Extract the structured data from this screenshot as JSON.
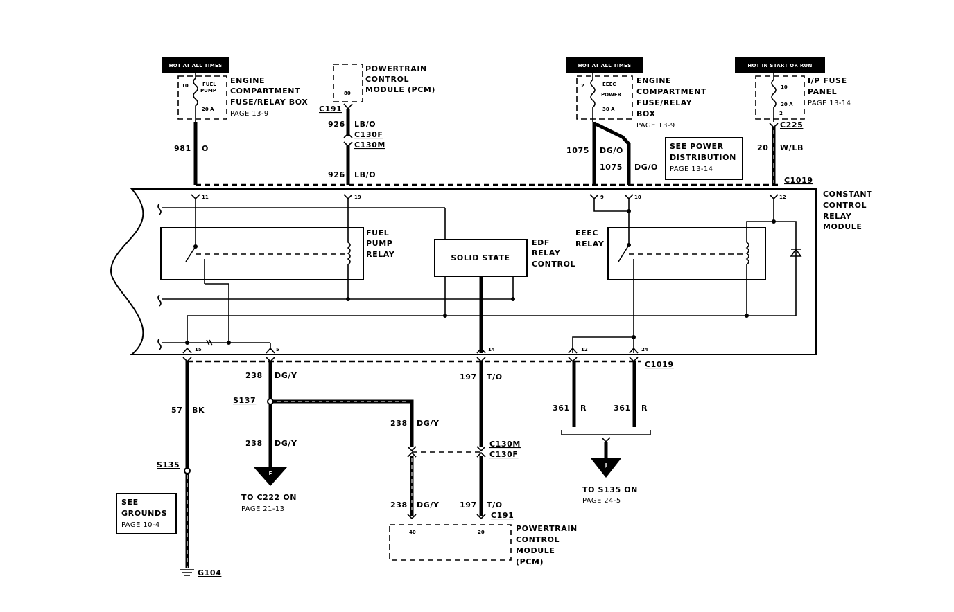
{
  "badges": {
    "hot1": "HOT AT ALL TIMES",
    "hot2": "HOT AT ALL TIMES",
    "hot3": "HOT IN START OR RUN"
  },
  "fuses": {
    "fuel_pump": {
      "num": "10",
      "name1": "FUEL",
      "name2": "PUMP",
      "amp": "20 A"
    },
    "eeec_power": {
      "num": "2",
      "name1": "EEEC",
      "name2": "POWER",
      "amp": "30 A"
    },
    "ip": {
      "num": "10",
      "amp": "20 A",
      "pin": "2"
    }
  },
  "labels": {
    "ecf1": [
      "ENGINE",
      "COMPARTMENT",
      "FUSE/RELAY BOX"
    ],
    "ecf1_page": "PAGE 13-9",
    "pcm_top": [
      "POWERTRAIN",
      "CONTROL",
      "MODULE (PCM)"
    ],
    "pcm_top_pin": "80",
    "ecf2": [
      "ENGINE",
      "COMPARTMENT",
      "FUSE/RELAY",
      "BOX"
    ],
    "ecf2_page": "PAGE 13-9",
    "ip_fuse": [
      "I/P FUSE",
      "PANEL"
    ],
    "ip_fuse_page": "PAGE 13-14",
    "see_power": [
      "SEE POWER",
      "DISTRIBUTION"
    ],
    "see_power_page": "PAGE 13-14",
    "module": [
      "CONSTANT",
      "CONTROL",
      "RELAY",
      "MODULE"
    ],
    "fuel_pump_relay": [
      "FUEL",
      "PUMP",
      "RELAY"
    ],
    "solid_state": "SOLID STATE",
    "edf": [
      "EDF",
      "RELAY",
      "CONTROL"
    ],
    "eeec_relay": [
      "EEEC",
      "RELAY"
    ],
    "see_grounds": [
      "SEE",
      "GROUNDS"
    ],
    "see_grounds_page": "PAGE 10-4",
    "to_c222": "TO C222 ON",
    "to_c222_page": "PAGE 21-13",
    "to_s135": "TO S135 ON",
    "to_s135_page": "PAGE 24-5",
    "pcm_bot": [
      "POWERTRAIN",
      "CONTROL",
      "MODULE",
      "(PCM)"
    ],
    "pcm_bot_pins": [
      "40",
      "20"
    ]
  },
  "connectors": {
    "c191_top": "C191",
    "c130f_top": "C130F",
    "c130m_top": "C130M",
    "c225": "C225",
    "c1019_top": "C1019",
    "c1019_bot": "C1019",
    "c130m_bot": "C130M",
    "c130f_bot": "C130F",
    "c191_bot": "C191",
    "s137": "S137",
    "s135": "S135",
    "g104": "G104",
    "arrow_f": "F",
    "arrow_j": "J"
  },
  "wires": {
    "w981": {
      "num": "981",
      "color": "O"
    },
    "w926a": {
      "num": "926",
      "color": "LB/O"
    },
    "w926b": {
      "num": "926",
      "color": "LB/O"
    },
    "w1075a": {
      "num": "1075",
      "color": "DG/O"
    },
    "w1075b": {
      "num": "1075",
      "color": "DG/O"
    },
    "w20": {
      "num": "20",
      "color": "W/LB"
    },
    "w238a": {
      "num": "238",
      "color": "DG/Y"
    },
    "w238b": {
      "num": "238",
      "color": "DG/Y"
    },
    "w238c": {
      "num": "238",
      "color": "DG/Y"
    },
    "w238d": {
      "num": "238",
      "color": "DG/Y"
    },
    "w57": {
      "num": "57",
      "color": "BK"
    },
    "w197a": {
      "num": "197",
      "color": "T/O"
    },
    "w197b": {
      "num": "197",
      "color": "T/O"
    },
    "w361a": {
      "num": "361",
      "color": "R"
    },
    "w361b": {
      "num": "361",
      "color": "R"
    }
  },
  "pins": {
    "p11": "11",
    "p19": "19",
    "p9": "9",
    "p10": "10",
    "p12top": "12",
    "p15": "15",
    "p5": "5",
    "p14": "14",
    "p12bot": "12",
    "p24": "24"
  }
}
